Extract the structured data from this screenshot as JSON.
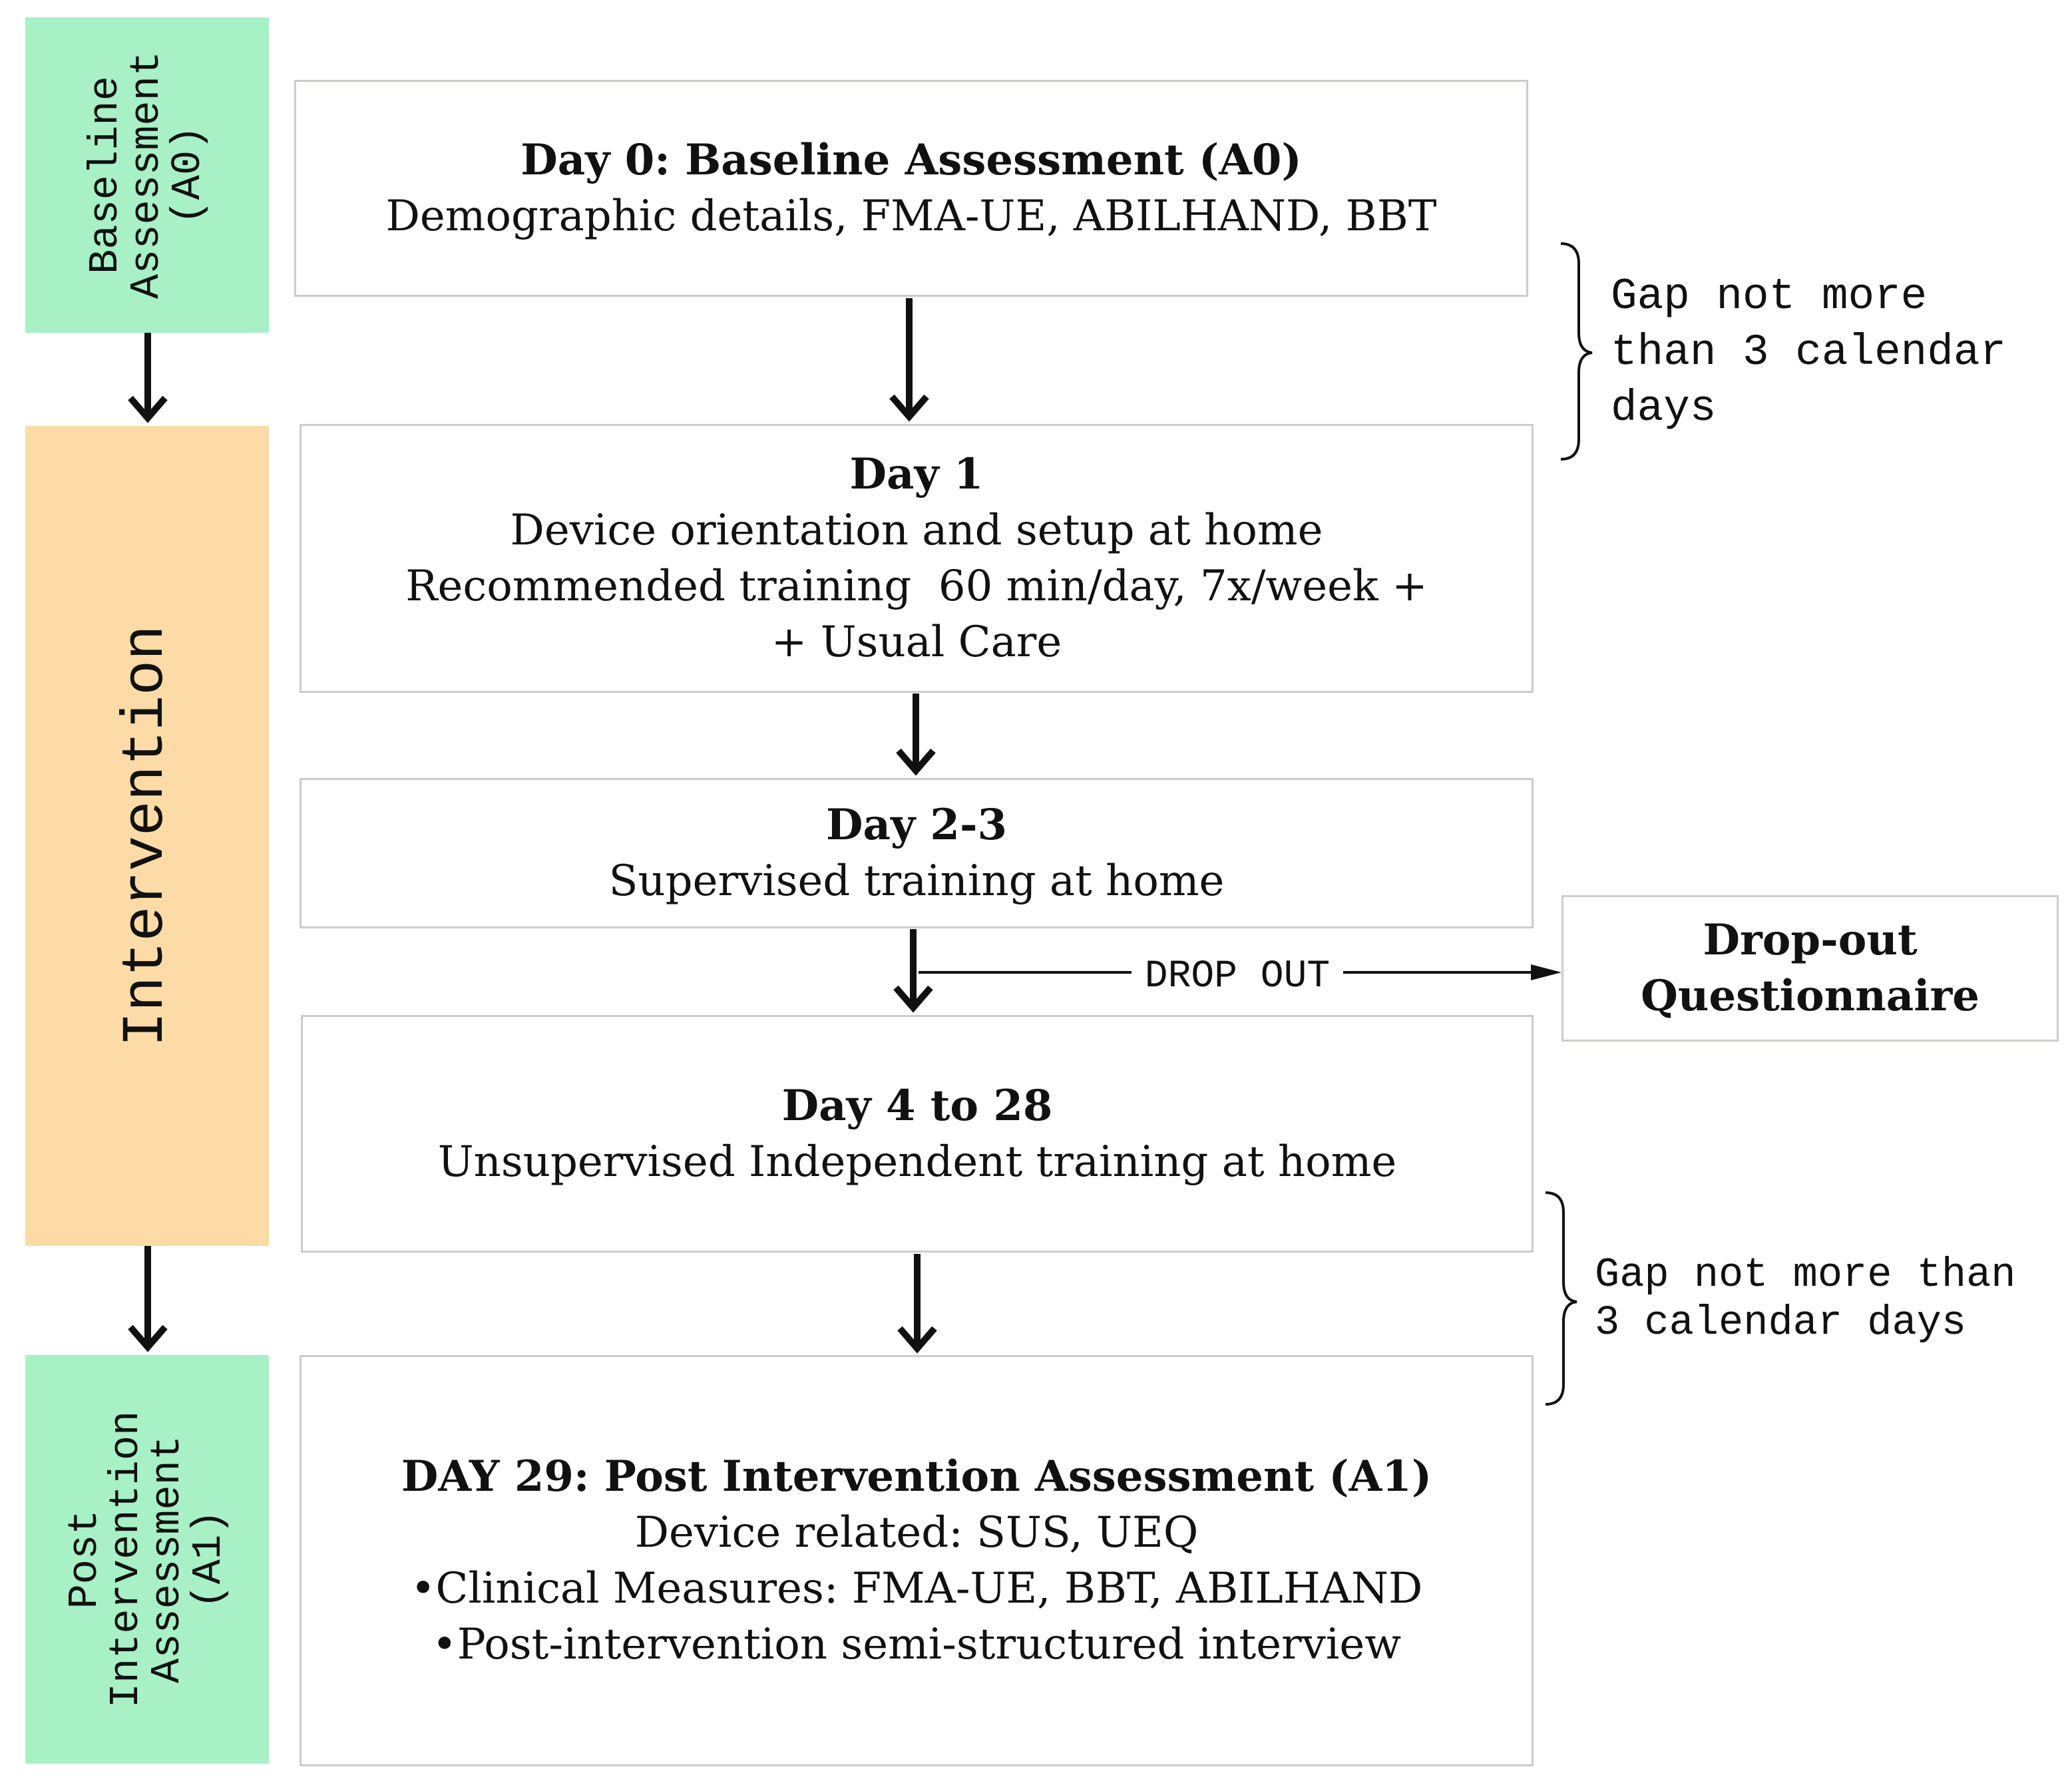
{
  "phases": {
    "baseline": "Baseline\nAssessment\n(A0)",
    "intervention": "Intervention",
    "post": "Post\nIntervention\nAssessment\n(A1)"
  },
  "boxes": {
    "day0": {
      "title": "Day 0:  Baseline Assessment (A0)",
      "lines": [
        "Demographic details, FMA-UE, ABILHAND, BBT"
      ]
    },
    "day1": {
      "title": "Day 1",
      "lines": [
        "Device orientation and setup at home",
        "Recommended training  60 min/day, 7x/week +",
        "+ Usual Care"
      ]
    },
    "day23": {
      "title": "Day 2-3",
      "lines": [
        "Supervised training at home"
      ]
    },
    "day428": {
      "title": "Day 4 to 28",
      "lines": [
        "Unsupervised Independent training at home"
      ]
    },
    "day29": {
      "title": "DAY 29: Post Intervention Assessment (A1)",
      "lines": [
        "Device related: SUS, UEQ",
        "•Clinical Measures: FMA-UE, BBT, ABILHAND",
        "•Post-intervention semi-structured interview"
      ]
    },
    "dropout": {
      "title": "Drop-out Questionnaire"
    }
  },
  "notes": {
    "gap1": "Gap not more\nthan 3 calendar\ndays",
    "gap2": "Gap not more than\n3 calendar days",
    "dropout_label": "DROP OUT"
  },
  "colors": {
    "phase_green": "#a8f0c6",
    "phase_orange": "#fcdba6",
    "box_border": "#c9ccd0",
    "arrow": "#111111"
  }
}
